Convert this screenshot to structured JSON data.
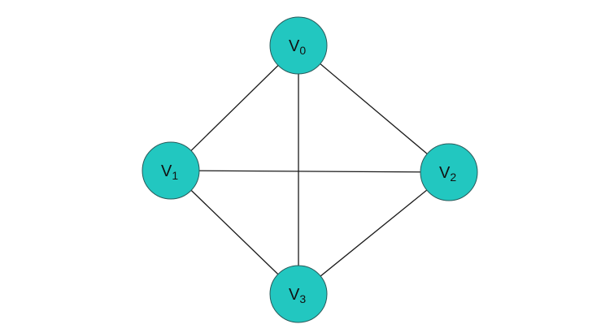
{
  "graph": {
    "node_color": "#22c7c0",
    "edge_color": "#1a1a1a",
    "nodes": [
      {
        "id": "v0",
        "label": "V",
        "subscript": "0"
      },
      {
        "id": "v1",
        "label": "V",
        "subscript": "1"
      },
      {
        "id": "v2",
        "label": "V",
        "subscript": "2"
      },
      {
        "id": "v3",
        "label": "V",
        "subscript": "3"
      }
    ],
    "edges": [
      {
        "from": "v0",
        "to": "v1"
      },
      {
        "from": "v0",
        "to": "v2"
      },
      {
        "from": "v0",
        "to": "v3"
      },
      {
        "from": "v1",
        "to": "v2"
      },
      {
        "from": "v1",
        "to": "v3"
      },
      {
        "from": "v2",
        "to": "v3"
      }
    ]
  }
}
